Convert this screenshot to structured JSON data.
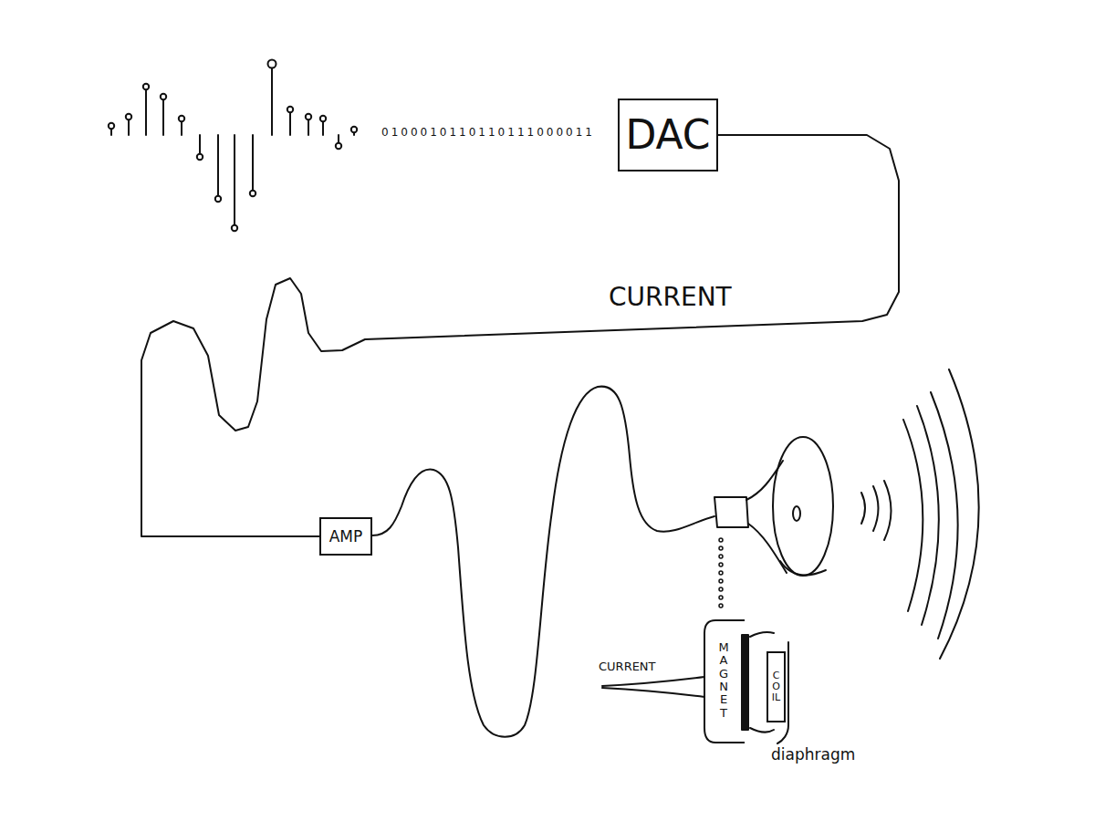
{
  "diagram": {
    "nodes": [
      {
        "text": [
          "DAC"
        ]
      },
      {
        "text": [
          "AMP"
        ]
      },
      {
        "text": [
          "MAGNET"
        ]
      },
      {
        "text": [
          "COIL"
        ]
      }
    ],
    "edges": [
      {
        "from": 0,
        "to": 1,
        "arrow": "none",
        "label": "CURRENT"
      }
    ],
    "labels": [
      "0100010110110111000011",
      "CURRENT",
      "diaphragm"
    ]
  }
}
